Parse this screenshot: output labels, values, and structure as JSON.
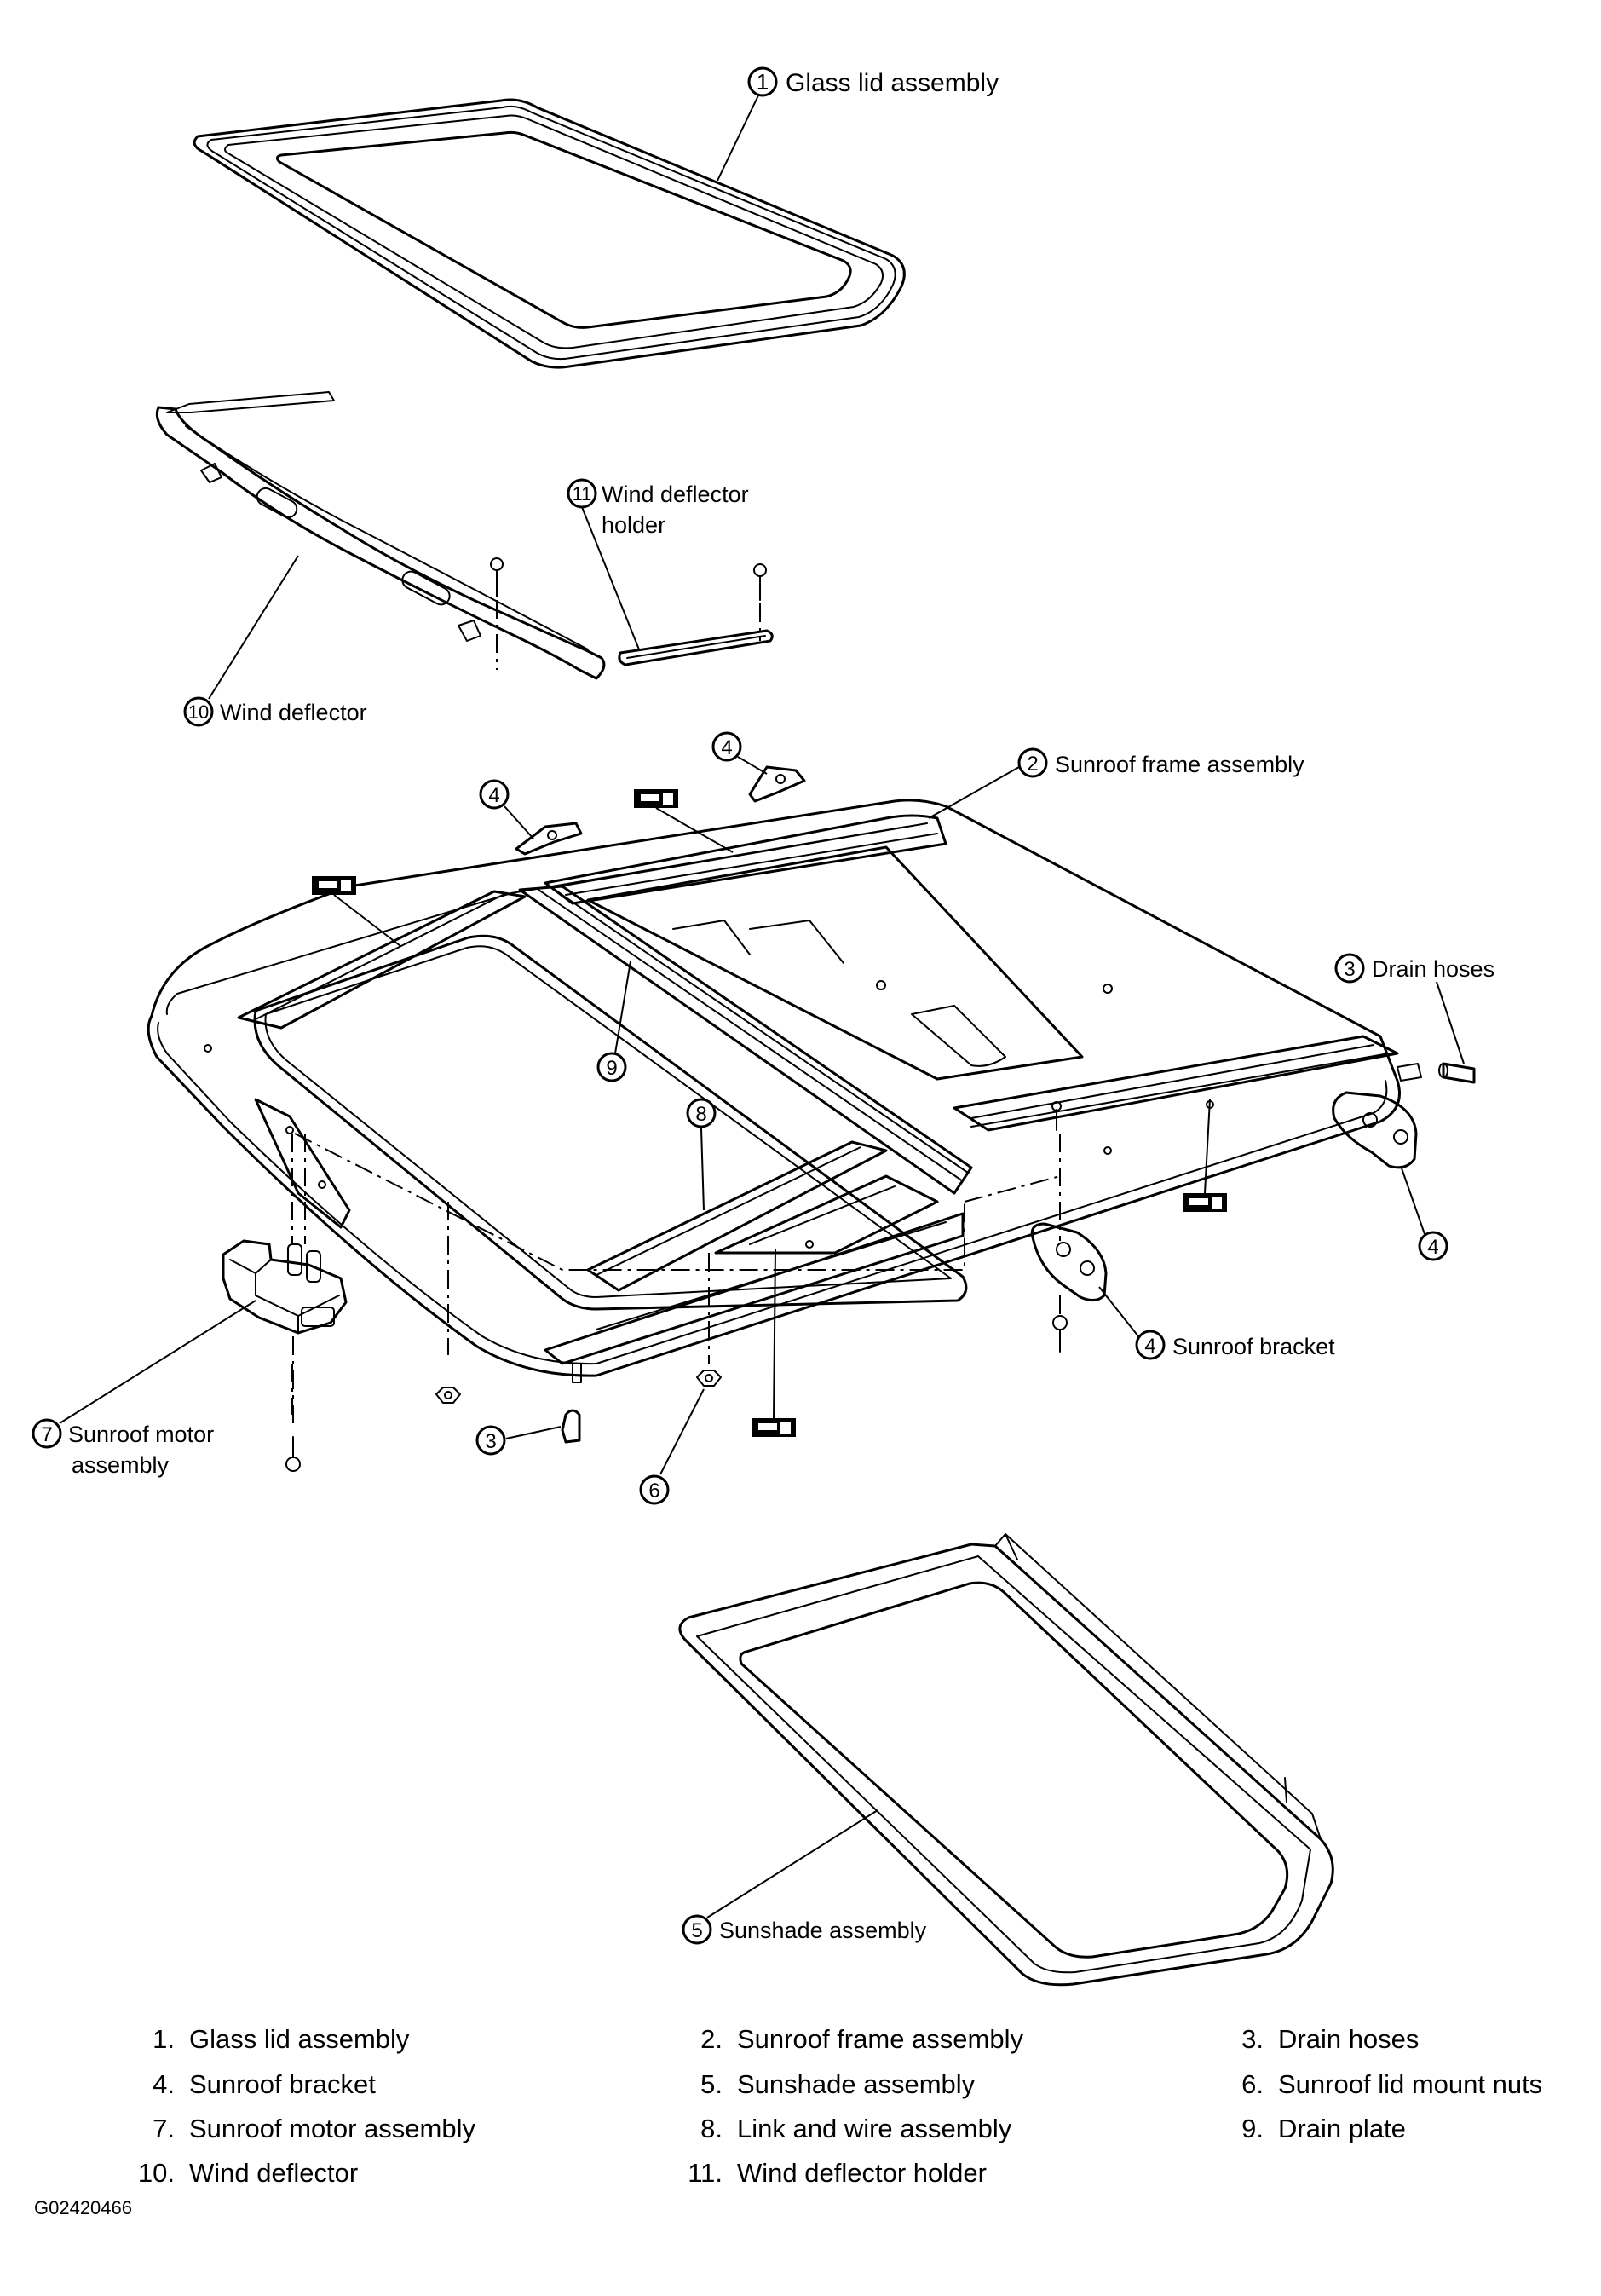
{
  "callouts": [
    {
      "id": "c1",
      "num": "1",
      "text": "Glass lid assembly"
    },
    {
      "id": "c11",
      "num": "11",
      "text": "Wind deflector",
      "text2": "holder"
    },
    {
      "id": "c10",
      "num": "10",
      "text": "Wind deflector"
    },
    {
      "id": "c4a",
      "num": "4",
      "text": ""
    },
    {
      "id": "c4b",
      "num": "4",
      "text": ""
    },
    {
      "id": "c2",
      "num": "2",
      "text": "Sunroof frame assembly"
    },
    {
      "id": "c3a",
      "num": "3",
      "text": "Drain hoses"
    },
    {
      "id": "c9",
      "num": "9",
      "text": ""
    },
    {
      "id": "c8",
      "num": "8",
      "text": ""
    },
    {
      "id": "c4c",
      "num": "4",
      "text": ""
    },
    {
      "id": "c4d",
      "num": "4",
      "text": "Sunroof bracket"
    },
    {
      "id": "c7",
      "num": "7",
      "text": "Sunroof motor",
      "text2": "assembly"
    },
    {
      "id": "c3b",
      "num": "3",
      "text": ""
    },
    {
      "id": "c6",
      "num": "6",
      "text": ""
    },
    {
      "id": "c5",
      "num": "5",
      "text": "Sunshade assembly"
    }
  ],
  "legend": [
    {
      "num": "1.",
      "label": "Glass lid assembly"
    },
    {
      "num": "2.",
      "label": "Sunroof frame assembly"
    },
    {
      "num": "3.",
      "label": "Drain hoses"
    },
    {
      "num": "4.",
      "label": "Sunroof bracket"
    },
    {
      "num": "5.",
      "label": "Sunshade assembly"
    },
    {
      "num": "6.",
      "label": "Sunroof lid mount nuts"
    },
    {
      "num": "7.",
      "label": "Sunroof motor assembly"
    },
    {
      "num": "8.",
      "label": "Link and wire assembly"
    },
    {
      "num": "9.",
      "label": "Drain plate"
    },
    {
      "num": "10.",
      "label": "Wind deflector"
    },
    {
      "num": "11.",
      "label": "Wind deflector holder"
    }
  ],
  "figure_code": "G02420466",
  "colors": {
    "line": "#000000",
    "background": "#ffffff"
  }
}
